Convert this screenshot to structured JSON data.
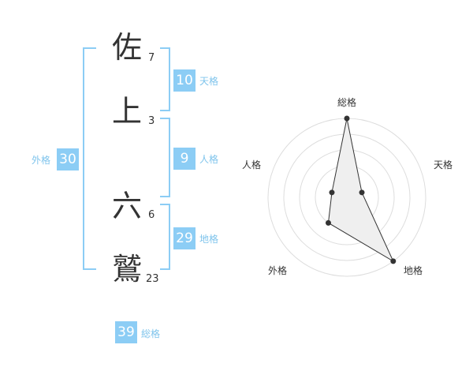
{
  "chars": [
    {
      "char": "佐",
      "strokes": "7"
    },
    {
      "char": "上",
      "strokes": "3"
    },
    {
      "char": "六",
      "strokes": "6"
    },
    {
      "char": "鷲",
      "strokes": "23"
    }
  ],
  "scores": {
    "tenkaku": {
      "value": "10",
      "label": "天格"
    },
    "jinkaku": {
      "value": "9",
      "label": "人格"
    },
    "chikaku": {
      "value": "29",
      "label": "地格"
    },
    "gaikaku": {
      "value": "30",
      "label": "外格"
    },
    "soukaku": {
      "value": "39",
      "label": "総格"
    }
  },
  "radar": {
    "axes": [
      "総格",
      "天格",
      "地格",
      "外格",
      "人格"
    ],
    "max": 5,
    "values": [
      5,
      1,
      5,
      2,
      1
    ]
  },
  "colors": {
    "accent": "#8ccdf5",
    "bracket": "#8ccdf5",
    "text": "#333333",
    "label": "#7fc4ec"
  }
}
